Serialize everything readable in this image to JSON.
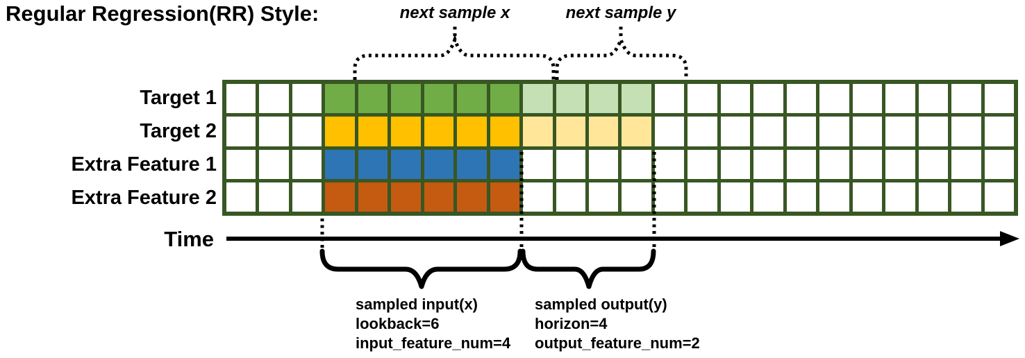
{
  "title": "Regular Regression(RR) Style:",
  "colors": {
    "grid_border": "#385723",
    "annotation": "#000000",
    "empty": "#FFFFFF",
    "green": "#70AD47",
    "lightGreen": "#C5E0B4",
    "gold": "#FFC000",
    "lightGold": "#FFE699",
    "blue": "#2E75B6",
    "orange": "#C55A11"
  },
  "grid": {
    "columns": 24,
    "lead_in_empty_columns": 3,
    "input_window_columns": 6,
    "output_window_columns": 4,
    "rows": [
      {
        "label": "Target 1",
        "cells": [
          "empty",
          "empty",
          "empty",
          "green",
          "green",
          "green",
          "green",
          "green",
          "green",
          "lightGreen",
          "lightGreen",
          "lightGreen",
          "lightGreen",
          "empty",
          "empty",
          "empty",
          "empty",
          "empty",
          "empty",
          "empty",
          "empty",
          "empty",
          "empty",
          "empty"
        ]
      },
      {
        "label": "Target 2",
        "cells": [
          "empty",
          "empty",
          "empty",
          "gold",
          "gold",
          "gold",
          "gold",
          "gold",
          "gold",
          "lightGold",
          "lightGold",
          "lightGold",
          "lightGold",
          "empty",
          "empty",
          "empty",
          "empty",
          "empty",
          "empty",
          "empty",
          "empty",
          "empty",
          "empty",
          "empty"
        ]
      },
      {
        "label": "Extra Feature 1",
        "cells": [
          "empty",
          "empty",
          "empty",
          "blue",
          "blue",
          "blue",
          "blue",
          "blue",
          "blue",
          "empty",
          "empty",
          "empty",
          "empty",
          "empty",
          "empty",
          "empty",
          "empty",
          "empty",
          "empty",
          "empty",
          "empty",
          "empty",
          "empty",
          "empty"
        ]
      },
      {
        "label": "Extra Feature 2",
        "cells": [
          "empty",
          "empty",
          "empty",
          "orange",
          "orange",
          "orange",
          "orange",
          "orange",
          "orange",
          "empty",
          "empty",
          "empty",
          "empty",
          "empty",
          "empty",
          "empty",
          "empty",
          "empty",
          "empty",
          "empty",
          "empty",
          "empty",
          "empty",
          "empty"
        ]
      }
    ]
  },
  "annotations": {
    "next_sample_x": "next sample x",
    "next_sample_y": "next sample y",
    "time_label": "Time",
    "input_block": [
      "sampled input(x)",
      "lookback=6",
      "input_feature_num=4"
    ],
    "output_block": [
      "sampled output(y)",
      "horizon=4",
      "output_feature_num=2"
    ]
  }
}
